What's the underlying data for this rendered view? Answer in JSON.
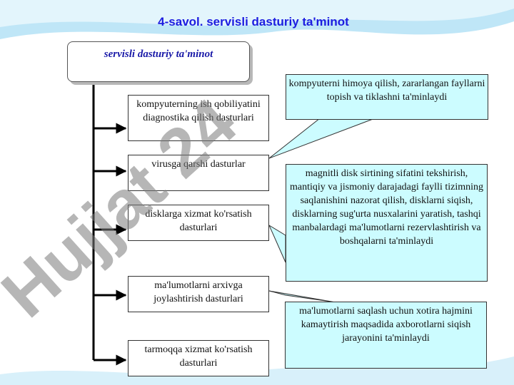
{
  "title": "4-savol. servisli dasturiy ta'minot",
  "root": {
    "label": "servisli dasturiy ta'minot"
  },
  "items": [
    {
      "label": "kompyuterning ish qobiliyatini diagnostika qilish dasturlari"
    },
    {
      "label": "virusga qarshi dasturlar"
    },
    {
      "label": "disklarga xizmat ko'rsatish dasturlari"
    },
    {
      "label": "ma'lumotlarni arxivga joylashtirish dasturlari"
    },
    {
      "label": "tarmoqqa xizmat ko'rsatish dasturlari"
    }
  ],
  "callouts": [
    {
      "text": "kompyuterni himoya qilish, zararlangan fayllarni topish va tiklashni ta'minlaydi"
    },
    {
      "text": "magnitli disk sirtining sifatini tekshirish, mantiqiy va jismoniy darajadagi faylli tizimning saqlanishini nazorat qilish, disklarni siqish, disklarning sug'urta nusxalarini yaratish, tashqi manbalardagi ma'lumotlarni rezervlashtirish va boshqalarni ta'minlaydi"
    },
    {
      "text": "ma'lumotlarni saqlash uchun xotira hajmini kamaytirish maqsadida axborotlarni siqish jarayonini ta'minlaydi"
    }
  ],
  "watermark": "Hujjat 24",
  "colors": {
    "title": "#1c1ce0",
    "root_text": "#1a1aa8",
    "callout_fill": "#ccfcff",
    "wave": "#bfe6f7"
  }
}
